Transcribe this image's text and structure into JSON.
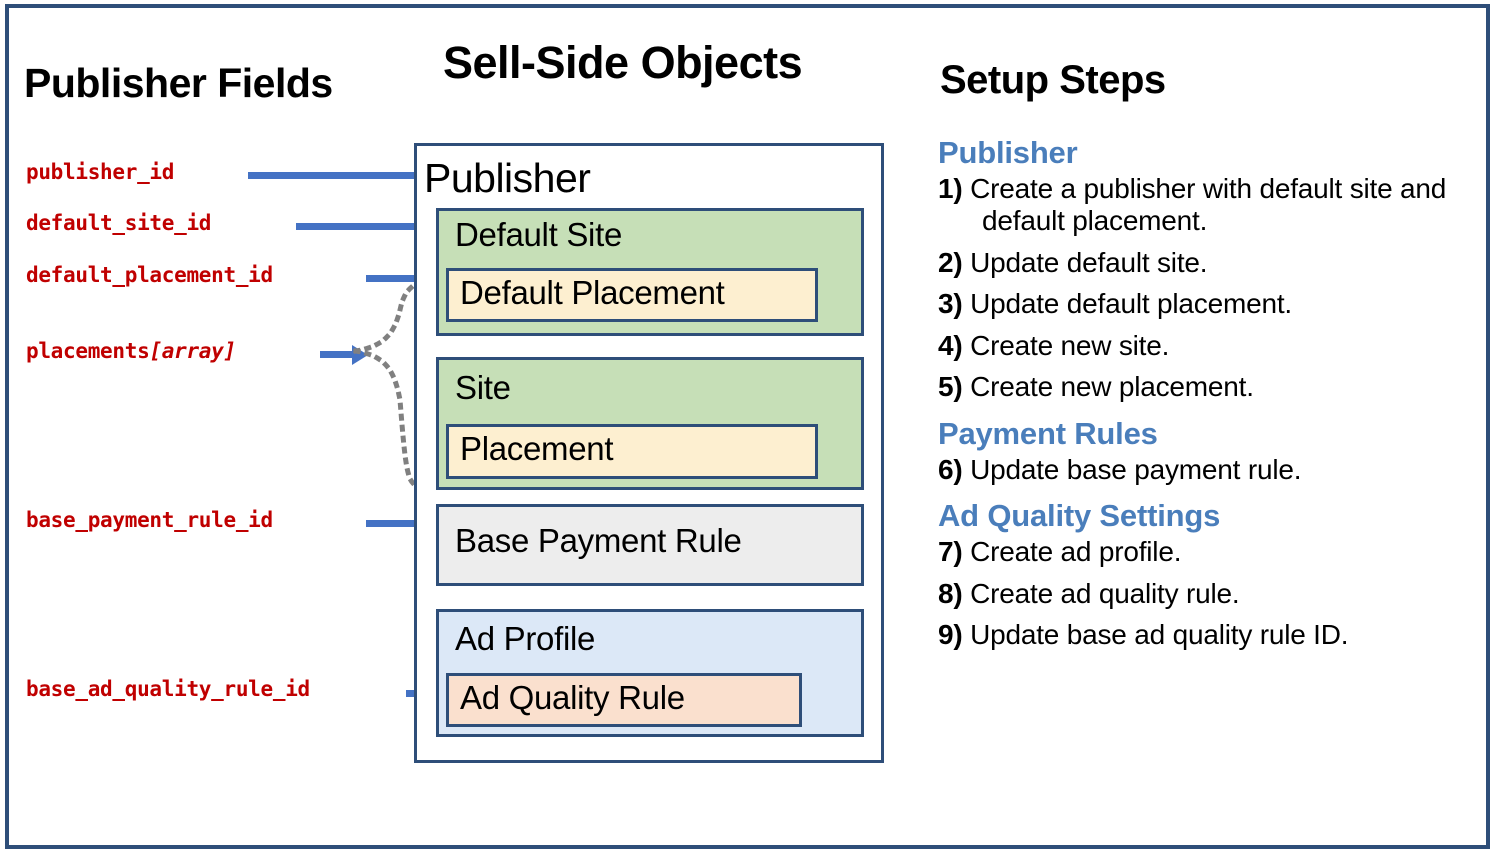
{
  "headings": {
    "publisher_fields": "Publisher Fields",
    "sell_side_objects": "Sell-Side Objects",
    "setup_steps": "Setup Steps"
  },
  "publisher_fields": [
    {
      "name": "publisher_id",
      "suffix": ""
    },
    {
      "name": "default_site_id",
      "suffix": ""
    },
    {
      "name": "default_placement_id",
      "suffix": ""
    },
    {
      "name": "placements",
      "suffix": "[array]"
    },
    {
      "name": "base_payment_rule_id",
      "suffix": ""
    },
    {
      "name": "base_ad_quality_rule_id",
      "suffix": ""
    }
  ],
  "sell_side": {
    "publisher_label": "Publisher",
    "objects": [
      {
        "label": "Default Site",
        "color": "#C6DFB7"
      },
      {
        "label": "Default Placement",
        "color": "#FDEFD0"
      },
      {
        "label": "Site",
        "color": "#C6DFB7"
      },
      {
        "label": "Placement",
        "color": "#FDEFD0"
      },
      {
        "label": "Base Payment Rule",
        "color": "#EDEDED"
      },
      {
        "label": "Ad Profile",
        "color": "#DCE8F7"
      },
      {
        "label": "Ad Quality Rule",
        "color": "#FAE0CE"
      }
    ]
  },
  "setup_steps": {
    "groups": [
      {
        "title": "Publisher",
        "steps": [
          {
            "num": "1)",
            "text": "Create a publisher with default site and default placement."
          },
          {
            "num": "2)",
            "text": "Update default site."
          },
          {
            "num": "3)",
            "text": "Update default placement."
          },
          {
            "num": "4)",
            "text": "Create new site."
          },
          {
            "num": "5)",
            "text": "Create new placement."
          }
        ]
      },
      {
        "title": "Payment Rules",
        "steps": [
          {
            "num": "6)",
            "text": "Update base payment rule."
          }
        ]
      },
      {
        "title": "Ad Quality Settings",
        "steps": [
          {
            "num": "7)",
            "text": "Create ad profile."
          },
          {
            "num": "8)",
            "text": "Create ad quality rule."
          },
          {
            "num": "9)",
            "text": "Update base ad quality rule ID."
          }
        ]
      }
    ]
  },
  "colors": {
    "border_navy": "#2E4E79",
    "arrow_blue": "#4472C4",
    "field_red": "#C00000",
    "heading_blue": "#4A7EBB",
    "dotted_gray": "#808080"
  }
}
